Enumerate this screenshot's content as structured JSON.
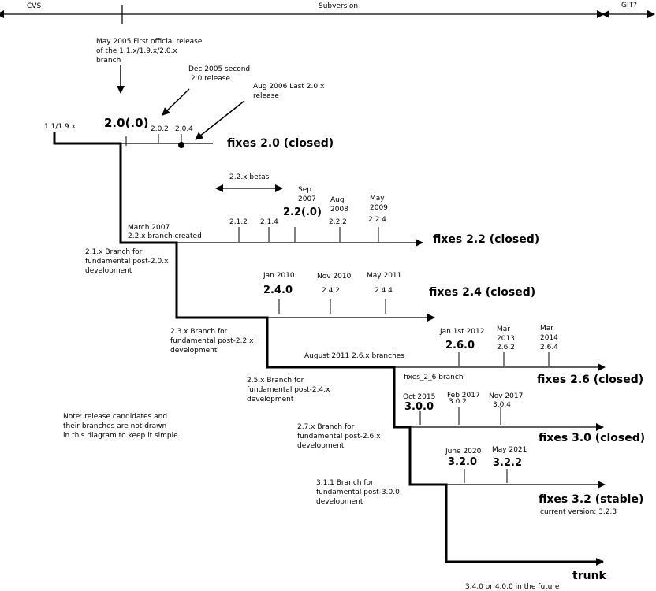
{
  "eras": {
    "cvs": "CVS",
    "svn": "Subversion",
    "git": "GIT?"
  },
  "initial": {
    "label": "1.1/1.9.x"
  },
  "notes": {
    "first_release": [
      "May 2005 First official release",
      "of the 1.1.x/1.9.x/2.0.x",
      "branch"
    ],
    "second_release": [
      "Dec 2005 second",
      "2.0 release"
    ],
    "last_release": [
      "Aug 2006 Last 2.0.x",
      "release"
    ],
    "rc_note": [
      "Note: release candidates and",
      "their branches are not drawn",
      "in this diagram to keep it simple"
    ]
  },
  "fixes20": {
    "title": "fixes 2.0 (closed)",
    "major": "2.0(.0)",
    "minor": [
      "2.0.2",
      "2.0.4"
    ]
  },
  "fixes22": {
    "title": "fixes 2.2 (closed)",
    "betas": "2.2.x betas",
    "branch_created": [
      "March 2007",
      "2.2.x branch created"
    ],
    "minor": [
      "2.1.2",
      "2.1.4"
    ],
    "sep_date": [
      "Sep",
      "2007"
    ],
    "major": "2.2(.0)",
    "aug_date": [
      "Aug",
      "2008"
    ],
    "aug_ver": "2.2.2",
    "may_date": [
      "May",
      "2009"
    ],
    "may_ver": "2.2.4"
  },
  "branch21": [
    "2.1.x Branch for",
    "fundamental post-2.0.x",
    "development"
  ],
  "fixes24": {
    "title": "fixes 2.4 (closed)",
    "dates": [
      "Jan 2010",
      "Nov 2010",
      "May 2011"
    ],
    "major": "2.4.0",
    "minor": [
      "2.4.2",
      "2.4.4"
    ]
  },
  "branch23": [
    "2.3.x Branch for",
    "fundamental post-2.2.x",
    "development"
  ],
  "fixes26": {
    "title": "fixes 2.6 (closed)",
    "branches_note": "August 2011 2.6.x branches",
    "branch_name": "fixes_2_6 branch",
    "jan_date": "Jan 1st 2012",
    "major": "2.6.0",
    "mar13_date": [
      "Mar",
      "2013"
    ],
    "mar13_ver": "2.6.2",
    "mar14_date": [
      "Mar",
      "2014"
    ],
    "mar14_ver": "2.6.4"
  },
  "branch25": [
    "2.5.x Branch for",
    "fundamental post-2.4.x",
    "development"
  ],
  "fixes30": {
    "title": "fixes 3.0 (closed)",
    "oct_date": "Oct 2015",
    "major": "3.0.0",
    "feb_date": "Feb 2017",
    "feb_ver": "3.0.2",
    "nov_date": "Nov 2017",
    "nov_ver": "3.0.4"
  },
  "branch27": [
    "2.7.x Branch for",
    "fundamental post-2.6.x",
    "development"
  ],
  "fixes32": {
    "title": "fixes 3.2 (stable)",
    "current": "current version: 3.2.3",
    "june_date": "June 2020",
    "major": "3.2.0",
    "may_date": "May 2021",
    "may_ver": "3.2.2"
  },
  "branch311": [
    "3.1.1 Branch for",
    "fundamental post-3.0.0",
    "development"
  ],
  "trunk": {
    "title": "trunk",
    "future": "3.4.0 or 4.0.0 in the future"
  }
}
